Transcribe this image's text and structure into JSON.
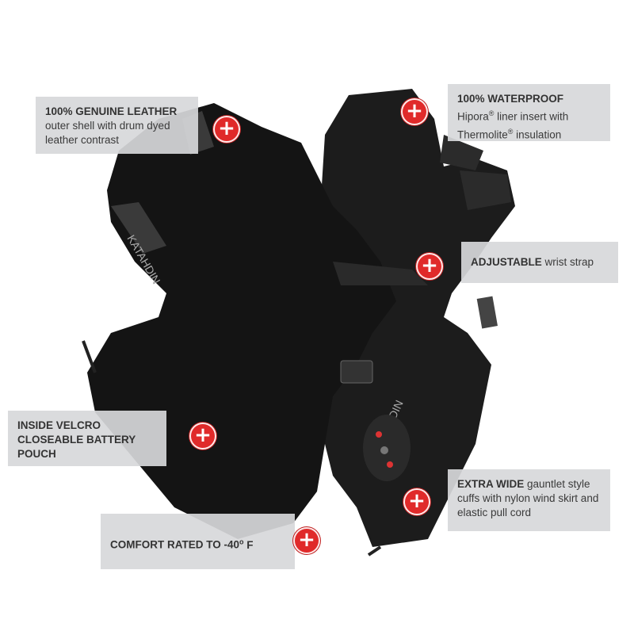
{
  "brand_logo_text": "KATAHDIN",
  "callouts": [
    {
      "title": "100% GENUINE LEATHER",
      "text": "outer shell with drum dyed leather contrast"
    },
    {
      "title": "100% WATERPROOF",
      "text_parts": [
        "Hipora",
        "®",
        " liner insert with",
        "Thermolite",
        "®",
        " insulation"
      ]
    },
    {
      "title": "ADJUSTABLE",
      "text": "wrist strap"
    },
    {
      "title": "INSIDE VELCRO CLOSEABLE BATTERY POUCH",
      "text": ""
    },
    {
      "title": "EXTRA WIDE",
      "text": "gauntlet style cuffs with nylon wind skirt and elastic pull cord"
    },
    {
      "title": "COMFORT RATED TO -40",
      "degree": "o",
      "unit": " F"
    }
  ],
  "hotspot_label": "+",
  "colors": {
    "hotspot": "#e02a2a",
    "callout_bg": "#d7d8da",
    "glove": "#1a1a1a"
  }
}
